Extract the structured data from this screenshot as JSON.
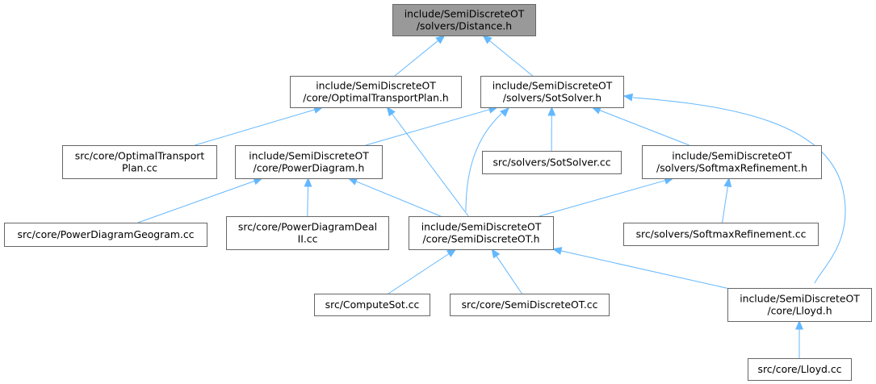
{
  "diagram": {
    "nodes": [
      {
        "id": "distance_h",
        "lines": [
          "include/SemiDiscreteOT",
          "/solvers/Distance.h"
        ],
        "current": true
      },
      {
        "id": "optimal_transport_plan_h",
        "lines": [
          "include/SemiDiscreteOT",
          "/core/OptimalTransportPlan.h"
        ]
      },
      {
        "id": "sot_solver_h",
        "lines": [
          "include/SemiDiscreteOT",
          "/solvers/SotSolver.h"
        ]
      },
      {
        "id": "optimal_transport_plan_cc",
        "lines": [
          "src/core/OptimalTransport",
          "Plan.cc"
        ]
      },
      {
        "id": "power_diagram_h",
        "lines": [
          "include/SemiDiscreteOT",
          "/core/PowerDiagram.h"
        ]
      },
      {
        "id": "sot_solver_cc",
        "lines": [
          "src/solvers/SotSolver.cc"
        ]
      },
      {
        "id": "softmax_refinement_h",
        "lines": [
          "include/SemiDiscreteOT",
          "/solvers/SoftmaxRefinement.h"
        ]
      },
      {
        "id": "power_diagram_geogram_cc",
        "lines": [
          "src/core/PowerDiagramGeogram.cc"
        ]
      },
      {
        "id": "power_diagram_dealii_cc",
        "lines": [
          "src/core/PowerDiagramDeal",
          "II.cc"
        ]
      },
      {
        "id": "semi_discrete_ot_h",
        "lines": [
          "include/SemiDiscreteOT",
          "/core/SemiDiscreteOT.h"
        ]
      },
      {
        "id": "softmax_refinement_cc",
        "lines": [
          "src/solvers/SoftmaxRefinement.cc"
        ]
      },
      {
        "id": "compute_sot_cc",
        "lines": [
          "src/ComputeSot.cc"
        ]
      },
      {
        "id": "semi_discrete_ot_cc",
        "lines": [
          "src/core/SemiDiscreteOT.cc"
        ]
      },
      {
        "id": "lloyd_h",
        "lines": [
          "include/SemiDiscreteOT",
          "/core/Lloyd.h"
        ]
      },
      {
        "id": "lloyd_cc",
        "lines": [
          "src/core/Lloyd.cc"
        ]
      }
    ],
    "edges": [
      {
        "from": "distance_h",
        "to": "optimal_transport_plan_h"
      },
      {
        "from": "distance_h",
        "to": "sot_solver_h"
      },
      {
        "from": "optimal_transport_plan_h",
        "to": "optimal_transport_plan_cc"
      },
      {
        "from": "optimal_transport_plan_h",
        "to": "semi_discrete_ot_h"
      },
      {
        "from": "sot_solver_h",
        "to": "power_diagram_h"
      },
      {
        "from": "sot_solver_h",
        "to": "semi_discrete_ot_h"
      },
      {
        "from": "sot_solver_h",
        "to": "sot_solver_cc"
      },
      {
        "from": "sot_solver_h",
        "to": "softmax_refinement_h"
      },
      {
        "from": "sot_solver_h",
        "to": "lloyd_h"
      },
      {
        "from": "power_diagram_h",
        "to": "power_diagram_geogram_cc"
      },
      {
        "from": "power_diagram_h",
        "to": "power_diagram_dealii_cc"
      },
      {
        "from": "power_diagram_h",
        "to": "semi_discrete_ot_h"
      },
      {
        "from": "softmax_refinement_h",
        "to": "semi_discrete_ot_h"
      },
      {
        "from": "softmax_refinement_h",
        "to": "softmax_refinement_cc"
      },
      {
        "from": "semi_discrete_ot_h",
        "to": "compute_sot_cc"
      },
      {
        "from": "semi_discrete_ot_h",
        "to": "semi_discrete_ot_cc"
      },
      {
        "from": "semi_discrete_ot_h",
        "to": "lloyd_h"
      },
      {
        "from": "lloyd_h",
        "to": "lloyd_cc"
      }
    ],
    "colors": {
      "edge": "#63b8ff",
      "node_border": "#666666",
      "node_fill": "#ffffff",
      "current_node_fill": "#999999",
      "text": "#000000"
    }
  }
}
